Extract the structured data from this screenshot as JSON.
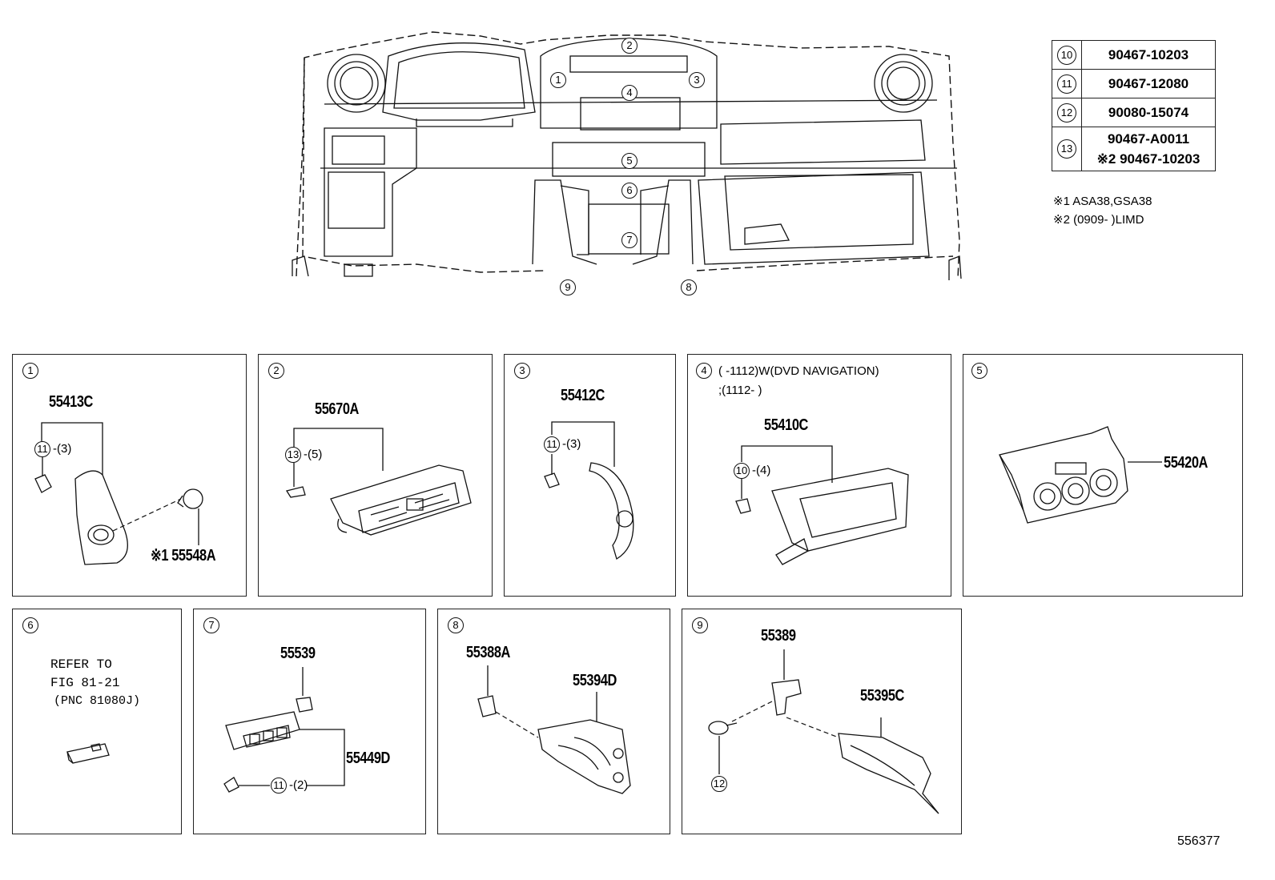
{
  "overview": {
    "callouts": [
      "1",
      "2",
      "3",
      "4",
      "5",
      "6",
      "7",
      "8",
      "9"
    ]
  },
  "ref_table": {
    "rows": [
      {
        "num": "10",
        "part": "90467-10203",
        "note": ""
      },
      {
        "num": "11",
        "part": "90467-12080",
        "note": ""
      },
      {
        "num": "12",
        "part": "90080-15074",
        "note": ""
      },
      {
        "num": "13",
        "part": "90467-A0011",
        "note": "※2 90467-10203"
      }
    ],
    "footnote1": "※1 ASA38,GSA38",
    "footnote2": "※2 (0909-      )LIMD"
  },
  "panels": {
    "p1": {
      "num": "1",
      "main_part": "55413C",
      "clip_num": "11",
      "clip_qty": "-(3)",
      "sub_part": "※1 55548A"
    },
    "p2": {
      "num": "2",
      "main_part": "55670A",
      "clip_num": "13",
      "clip_qty": "-(5)"
    },
    "p3": {
      "num": "3",
      "main_part": "55412C",
      "clip_num": "11",
      "clip_qty": "-(3)"
    },
    "p4": {
      "num": "4",
      "condition1": "(      -1112)W(DVD NAVIGATION)",
      "condition2": ";(1112-      )",
      "main_part": "55410C",
      "clip_num": "10",
      "clip_qty": "-(4)"
    },
    "p5": {
      "num": "5",
      "main_part": "55420A"
    },
    "p6": {
      "num": "6",
      "line1": "REFER TO",
      "line2": "FIG 81-21",
      "line3": "(PNC 81080J)"
    },
    "p7": {
      "num": "7",
      "part_a": "55539",
      "main_part": "55449D",
      "clip_num": "11",
      "clip_qty": "-(2)"
    },
    "p8": {
      "num": "8",
      "part_a": "55388A",
      "main_part": "55394D"
    },
    "p9": {
      "num": "9",
      "part_a": "55389",
      "main_part": "55395C",
      "screw_num": "12"
    }
  },
  "diagram_id": "556377"
}
